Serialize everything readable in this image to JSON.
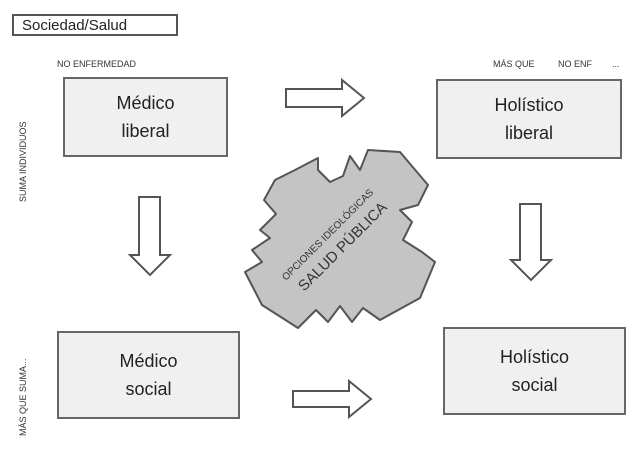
{
  "title": "Sociedad/Salud",
  "labels": {
    "top_left": "NO ENFERMEDAD",
    "top_right": "MÁS QUE",
    "top_right_2": "NO ENF",
    "top_right_3": "...",
    "side_top": "SUMA INDIVIDUOS",
    "side_bottom": "MÁS QUE SUMA..."
  },
  "boxes": {
    "medico_liberal": [
      "Médico",
      "liberal"
    ],
    "holistico_liberal": [
      "Holístico",
      "liberal"
    ],
    "medico_social": [
      "Médico",
      "social"
    ],
    "holistico_social": [
      "Holístico",
      "social"
    ]
  },
  "center": {
    "line1": "OPCIONES IDEOLÓGICAS",
    "line2": "SALUD PÚBLICA"
  },
  "colors": {
    "box_fill": "#f0f0f0",
    "center_fill": "#c4c4c4",
    "stroke": "#555555"
  }
}
